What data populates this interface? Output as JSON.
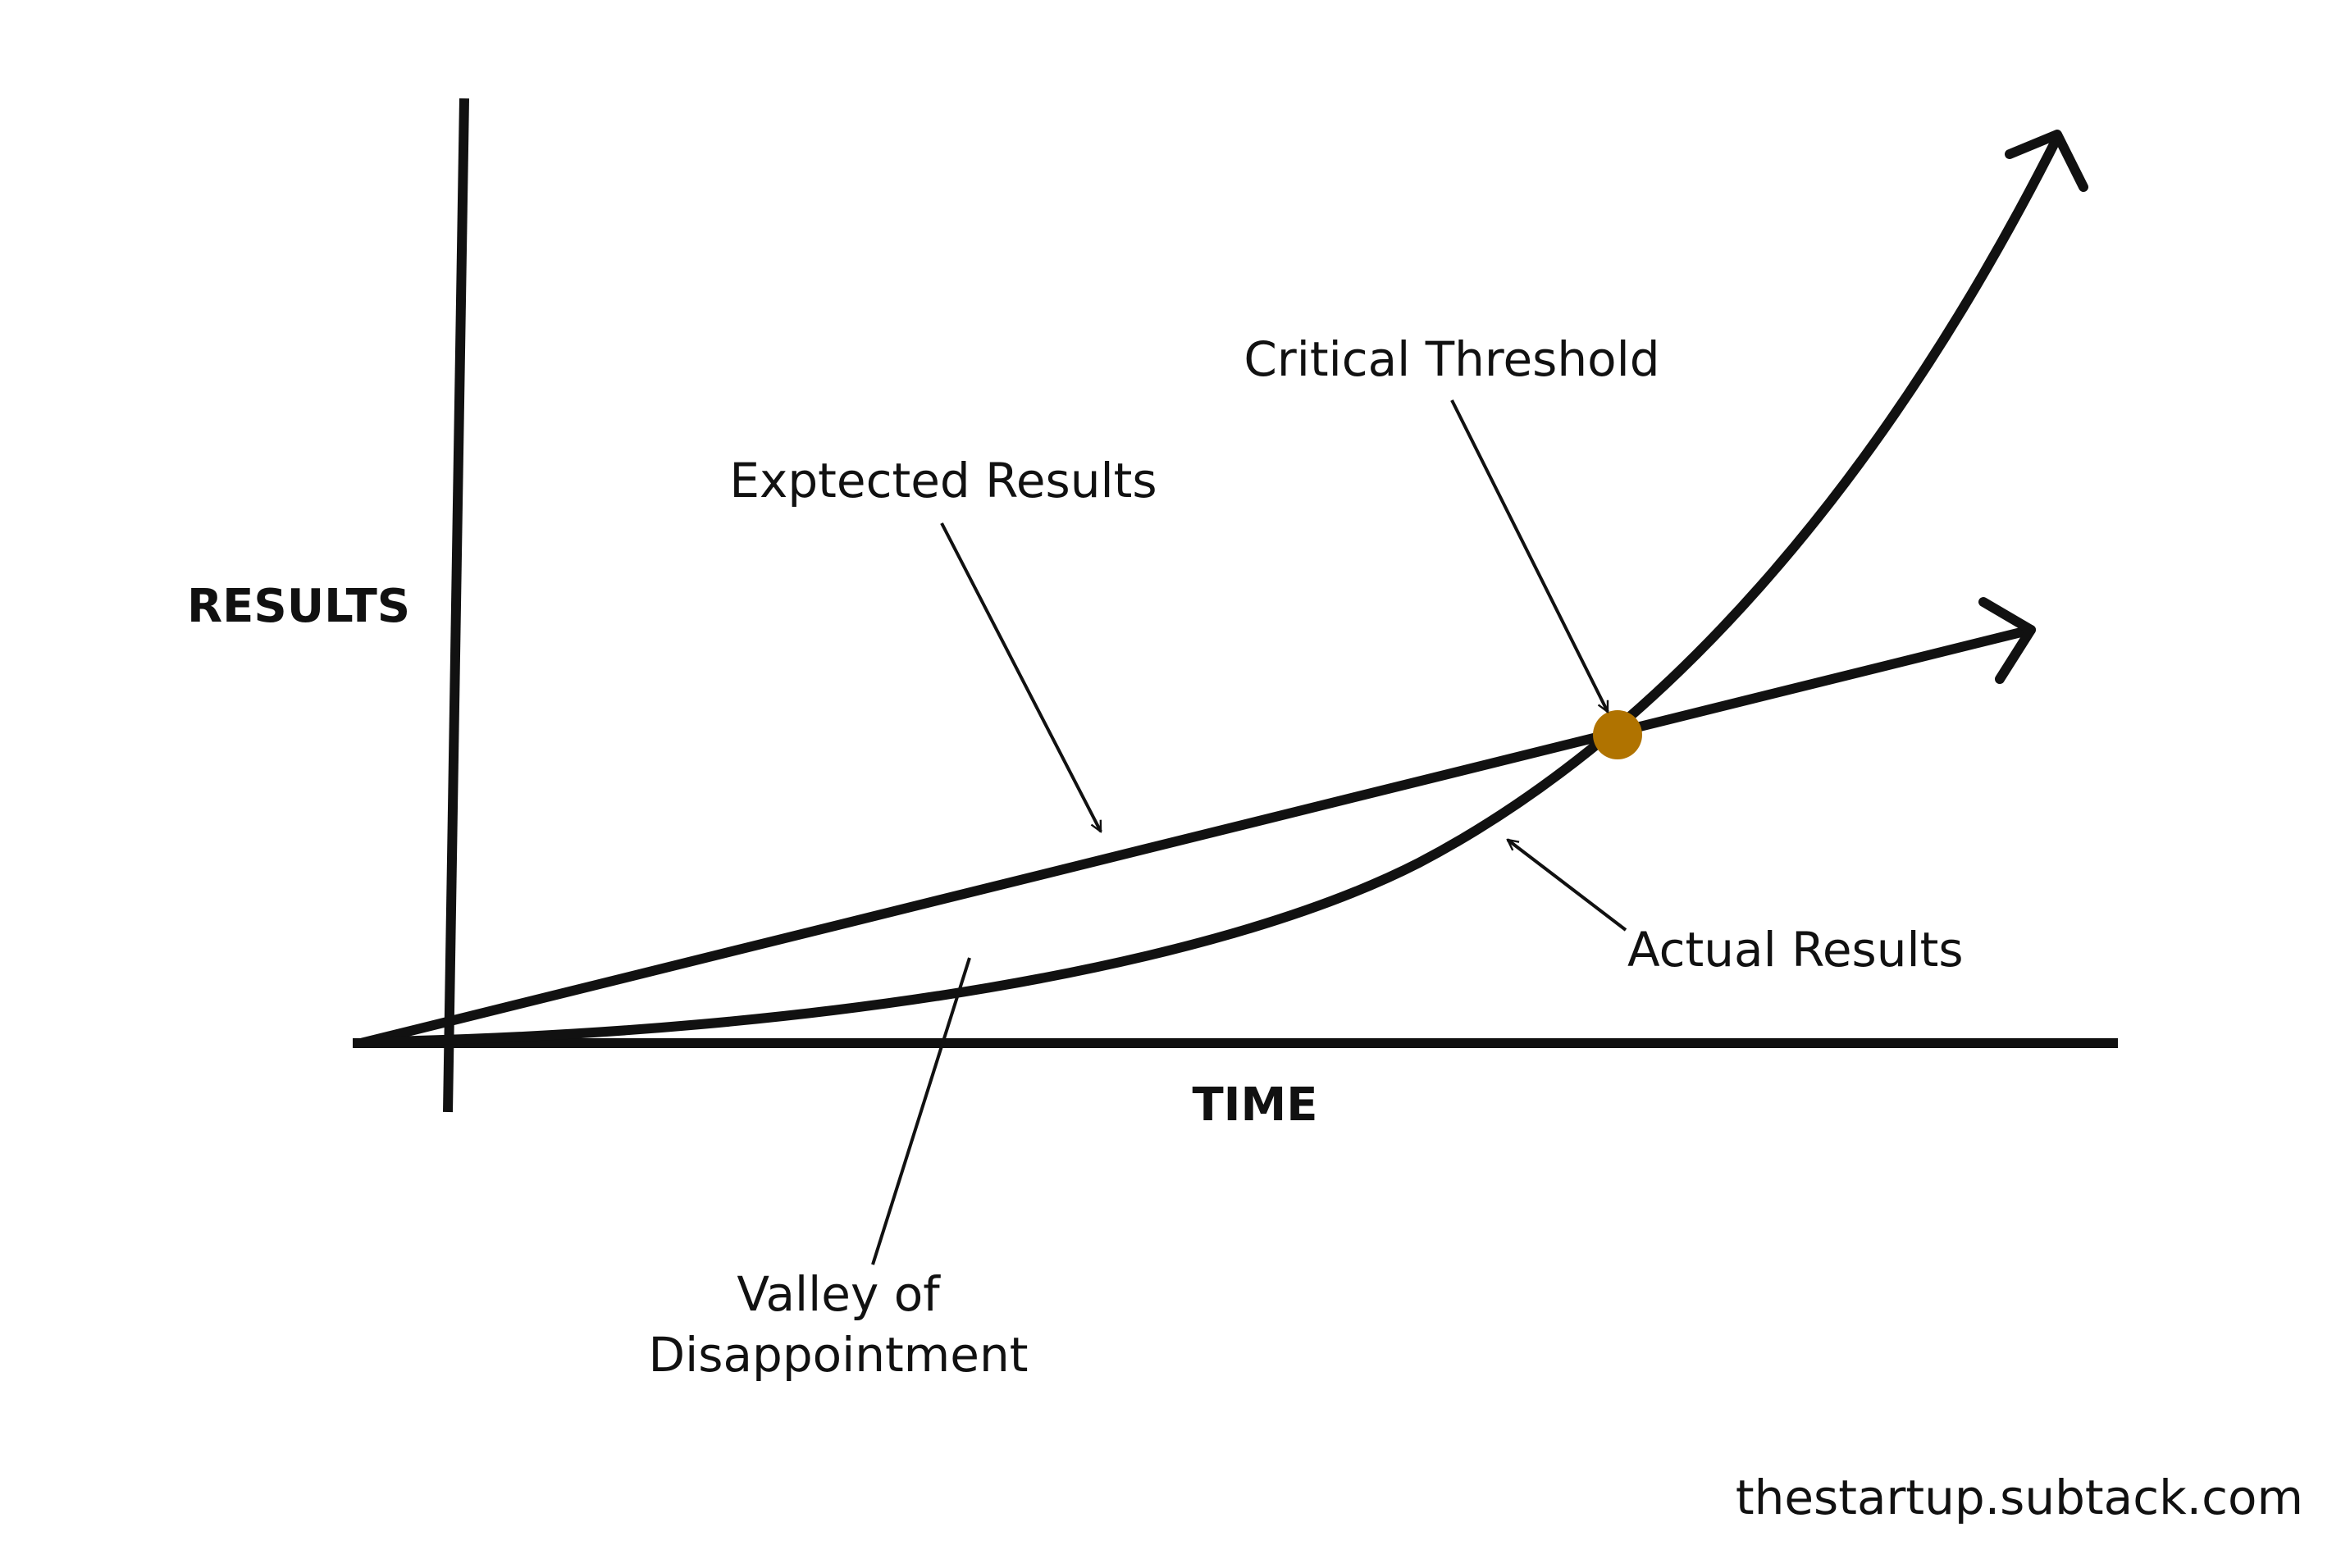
{
  "diagram": {
    "axis_y_label": "RESULTS",
    "axis_x_label": "TIME",
    "labels": {
      "expected": "Exptected Results",
      "critical": "Critical Threshold",
      "actual": "Actual Results",
      "valley_line1": "Valley of",
      "valley_line2": "Disappointment"
    },
    "source": "thestartup.subtack.com",
    "colors": {
      "ink": "#111111",
      "threshold_dot": "#b07300",
      "background": "#ffffff"
    }
  }
}
